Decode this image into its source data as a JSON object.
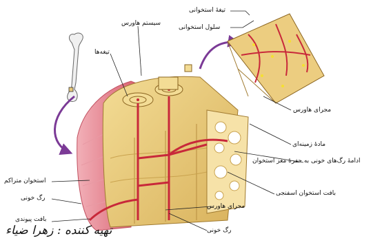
{
  "labels": {
    "lamella_top": "تیغهٔ استخوانی",
    "osteocyte": "سلول استخوانی",
    "haversian_system": "سیستم هاورس",
    "lamellae": "تیغه‌ها",
    "haversian_canal_right": "مجرای هاورس",
    "ground_substance": "مادهٔ زمینه‌ای",
    "vessel_continuation": "ادامهٔ رگ‌های خونی به حفرهٔ مغز استخوان",
    "compact_bone": "استخوان متراکم",
    "blood_vessel_left": "رگ خونی",
    "connective_tissue": "بافت پیوندی",
    "spongy_bone": "بافت استخوان اسفنجی",
    "haversian_canal_bottom": "مجرای هاورس",
    "blood_vessel_bottom": "رگ خونی"
  },
  "credit": "تهیه کننده : زهرا ضیاء",
  "colors": {
    "bone": "#e8c97a",
    "bone_dark": "#c9a24e",
    "periosteum": "#e07a86",
    "vessel": "#c8283a",
    "arrow": "#7b3a96",
    "leader": "#222222"
  }
}
